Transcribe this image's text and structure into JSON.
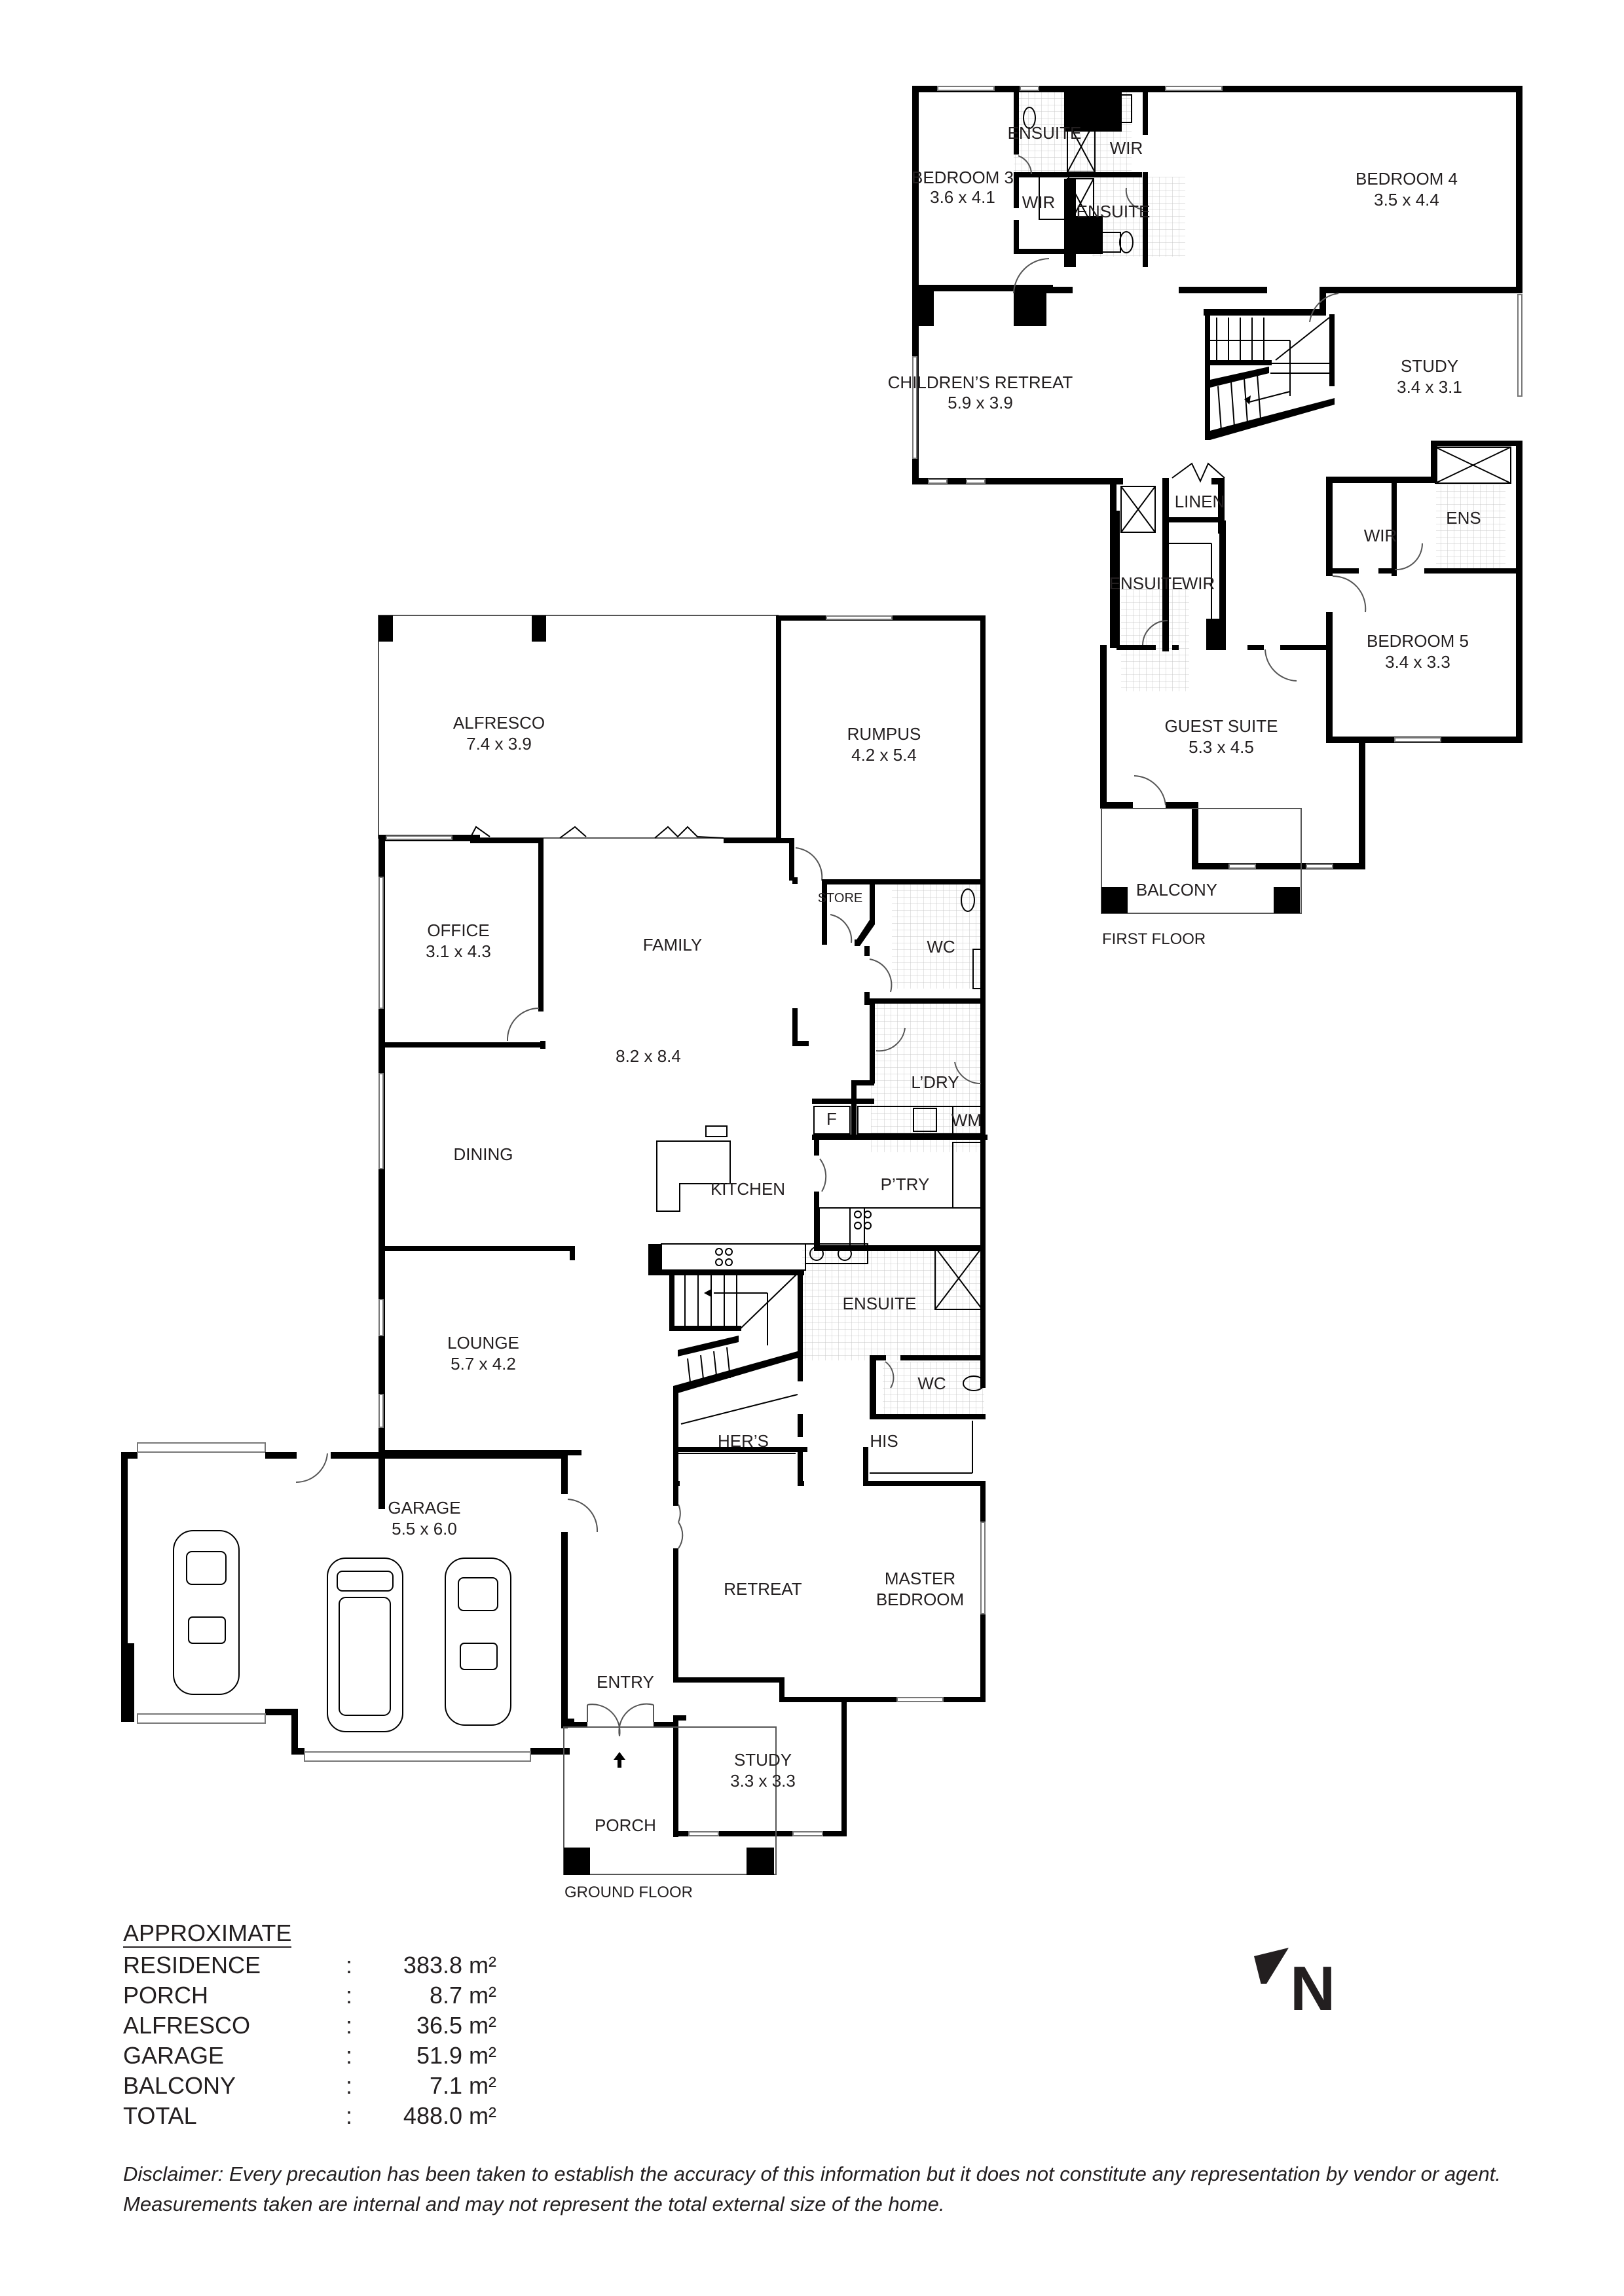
{
  "floors": {
    "ground": {
      "label": "GROUND FLOOR"
    },
    "first": {
      "label": "FIRST FLOOR"
    }
  },
  "rooms": {
    "first_floor": {
      "bedroom3": {
        "name": "BEDROOM 3",
        "size": "3.6 x 4.1"
      },
      "ensuite_b3": {
        "name": "ENSUITE"
      },
      "wir_b3": {
        "name": "WIR"
      },
      "wir_b4": {
        "name": "WIR"
      },
      "ensuite_b4": {
        "name": "ENSUITE"
      },
      "bedroom4": {
        "name": "BEDROOM 4",
        "size": "3.5 x 4.4"
      },
      "childrens_retreat": {
        "name": "CHILDREN’S RETREAT",
        "size": "5.9 x 3.9"
      },
      "study_upper": {
        "name": "STUDY",
        "size": "3.4 x 3.1"
      },
      "linen": {
        "name": "LINEN"
      },
      "ensuite_guest": {
        "name": "ENSUITE"
      },
      "wir_guest": {
        "name": "WIR"
      },
      "wir_b5": {
        "name": "WIR"
      },
      "ens_b5": {
        "name": "ENS"
      },
      "bedroom5": {
        "name": "BEDROOM 5",
        "size": "3.4 x 3.3"
      },
      "guest_suite": {
        "name": "GUEST SUITE",
        "size": "5.3 x 4.5"
      },
      "balcony": {
        "name": "BALCONY"
      }
    },
    "ground_floor": {
      "alfresco": {
        "name": "ALFRESCO",
        "size": "7.4 x 3.9"
      },
      "rumpus": {
        "name": "RUMPUS",
        "size": "4.2 x 5.4"
      },
      "office": {
        "name": "OFFICE",
        "size": "3.1 x 4.3"
      },
      "family": {
        "name": "FAMILY",
        "size": "8.2 x 8.4"
      },
      "store": {
        "name": "STORE"
      },
      "wc_laundry": {
        "name": "WC"
      },
      "laundry": {
        "name": "L’DRY"
      },
      "fridge": {
        "name": "F"
      },
      "washing_machine": {
        "name": "WM"
      },
      "dining": {
        "name": "DINING"
      },
      "kitchen": {
        "name": "KITCHEN"
      },
      "pantry": {
        "name": "P’TRY"
      },
      "ensuite_master": {
        "name": "ENSUITE"
      },
      "wc_master": {
        "name": "WC"
      },
      "lounge": {
        "name": "LOUNGE",
        "size": "5.7 x 4.2"
      },
      "hers": {
        "name": "HER’S"
      },
      "his": {
        "name": "HIS"
      },
      "garage": {
        "name": "GARAGE",
        "size": "5.5 x 6.0"
      },
      "retreat": {
        "name": "RETREAT"
      },
      "master_bedroom": {
        "name": "MASTER",
        "name2": "BEDROOM"
      },
      "entry": {
        "name": "ENTRY"
      },
      "study": {
        "name": "STUDY",
        "size": "3.3 x 3.3"
      },
      "porch": {
        "name": "PORCH"
      }
    }
  },
  "areas": {
    "heading": "APPROXIMATE",
    "rows": [
      {
        "name": "RESIDENCE",
        "colon": ":",
        "value": "383.8 m²"
      },
      {
        "name": "PORCH",
        "colon": ":",
        "value": "8.7 m²"
      },
      {
        "name": "ALFRESCO",
        "colon": ":",
        "value": "36.5 m²"
      },
      {
        "name": "GARAGE",
        "colon": ":",
        "value": "51.9 m²"
      },
      {
        "name": "BALCONY",
        "colon": ":",
        "value": "7.1 m²"
      },
      {
        "name": "TOTAL",
        "colon": ":",
        "value": "488.0 m²"
      }
    ]
  },
  "north_arrow": {
    "letter": "N",
    "icon": "north-arrow-icon"
  },
  "disclaimer": "Disclaimer: Every precaution has been taken to establish the accuracy of this information but it does not constitute any representation by vendor or agent. Measurements taken are internal and may not represent the total external size of the home."
}
